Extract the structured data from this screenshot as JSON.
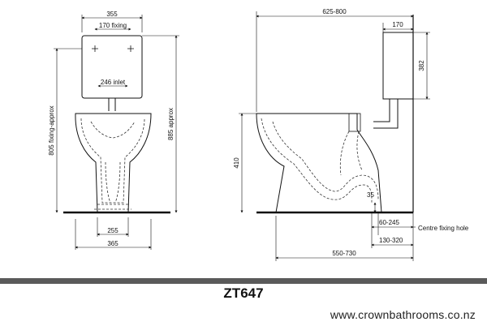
{
  "front_view": {
    "cistern_width": "355",
    "fixing_spacing": "170 fixing",
    "inlet": "246 inlet",
    "height_fixing": "805 fixing-approx",
    "height_total": "885 approx",
    "pan_base": "255",
    "pan_width": "365"
  },
  "side_view": {
    "overall_depth": "625-800",
    "cistern_depth": "170",
    "cistern_height": "382",
    "pan_height": "410",
    "outlet_height": "35",
    "outlet_offset_a": "60-245",
    "centre_fixing": "Centre fixing hole",
    "outlet_offset_b": "130-320",
    "base_depth": "550-730"
  },
  "footer": {
    "model": "ZT647",
    "website": "www.crownbathrooms.co.nz"
  },
  "colors": {
    "line": "#111111",
    "dash": "#333333",
    "floor": "#111111",
    "footer_bar": "#5a5a5a"
  }
}
